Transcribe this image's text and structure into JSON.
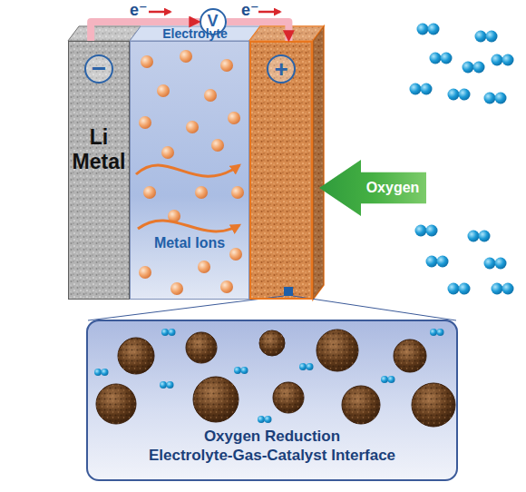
{
  "diagram": {
    "nodes": [
      {
        "text": [
          "V"
        ]
      },
      {
        "text": [
          "−",
          "Li Metal"
        ]
      },
      {
        "text": [
          "Electrolyte",
          "Metal Ions"
        ]
      },
      {
        "text": [
          "+"
        ]
      },
      {
        "text": [
          "Oxygen"
        ]
      },
      {
        "text": [
          "Oxygen Reduction Electrolyte-Gas-Catalyst Interface"
        ]
      }
    ],
    "edges": [
      {
        "from": 1,
        "to": 0,
        "arrow": "to",
        "label": "e⁻"
      },
      {
        "from": 0,
        "to": 3,
        "arrow": "to",
        "label": "e⁻"
      }
    ]
  }
}
